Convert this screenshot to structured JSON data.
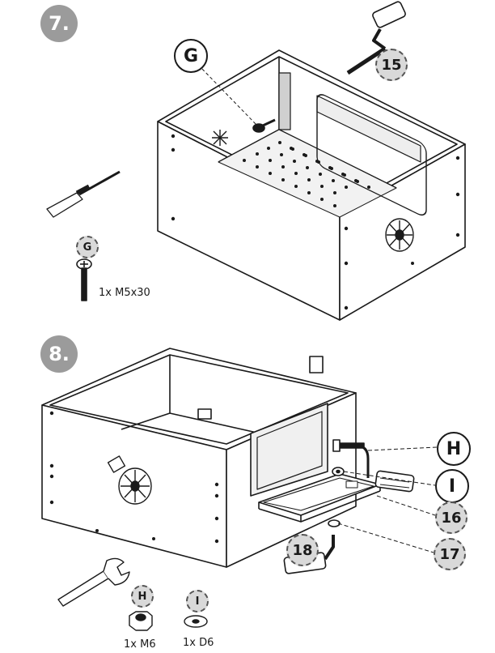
{
  "steps": [
    {
      "number": "7.",
      "callouts": {
        "g_top": "G",
        "part_15": "15",
        "g_hw": "G"
      },
      "hardware_label": "1x M5x30"
    },
    {
      "number": "8.",
      "callouts": {
        "h": "H",
        "i": "I",
        "part_16": "16",
        "part_17": "17",
        "part_18": "18",
        "h_hw": "H",
        "i_hw": "I"
      },
      "hardware_labels": {
        "h": "1x M6",
        "i": "1x D6"
      }
    }
  ]
}
